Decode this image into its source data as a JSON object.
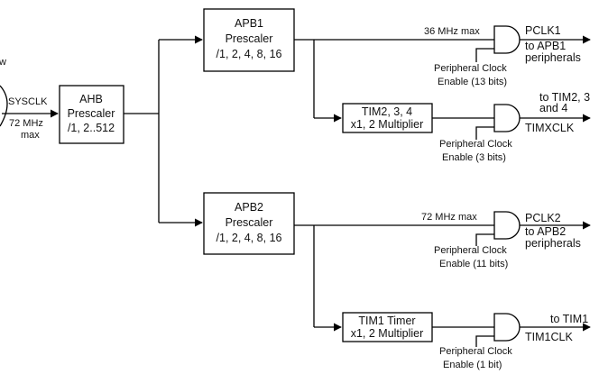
{
  "left": {
    "edge_letter": "w",
    "sysclk": "SYSCLK",
    "freq_line1": "72 MHz",
    "freq_line2": "max"
  },
  "ahb": {
    "line1": "AHB",
    "line2": "Prescaler",
    "line3": "/1, 2..512"
  },
  "apb1": {
    "line1": "APB1",
    "line2": "Prescaler",
    "line3": "/1, 2, 4, 8, 16"
  },
  "apb2": {
    "line1": "APB2",
    "line2": "Prescaler",
    "line3": "/1, 2, 4, 8, 16"
  },
  "tim234": {
    "line1": "TIM2, 3, 4",
    "line2": "x1, 2 Multiplier"
  },
  "tim1": {
    "line1": "TIM1 Timer",
    "line2": "x1, 2 Multiplier"
  },
  "pclk1": {
    "max": "36 MHz max",
    "label1": "PCLK1",
    "label2": "to APB1",
    "label3": "peripherals",
    "enable1": "Peripheral Clock",
    "enable2": "Enable (13 bits)"
  },
  "timx": {
    "label1": "to TIM2, 3",
    "label2": "and 4",
    "label3": "TIMXCLK",
    "enable1": "Peripheral Clock",
    "enable2": "Enable (3 bits)"
  },
  "pclk2": {
    "max": "72 MHz max",
    "label1": "PCLK2",
    "label2": "to APB2",
    "label3": "peripherals",
    "enable1": "Peripheral Clock",
    "enable2": "Enable (11 bits)"
  },
  "tim1clk": {
    "label1": "to TIM1",
    "label2": "TIM1CLK",
    "enable1": "Peripheral Clock",
    "enable2": "Enable (1 bit)"
  }
}
